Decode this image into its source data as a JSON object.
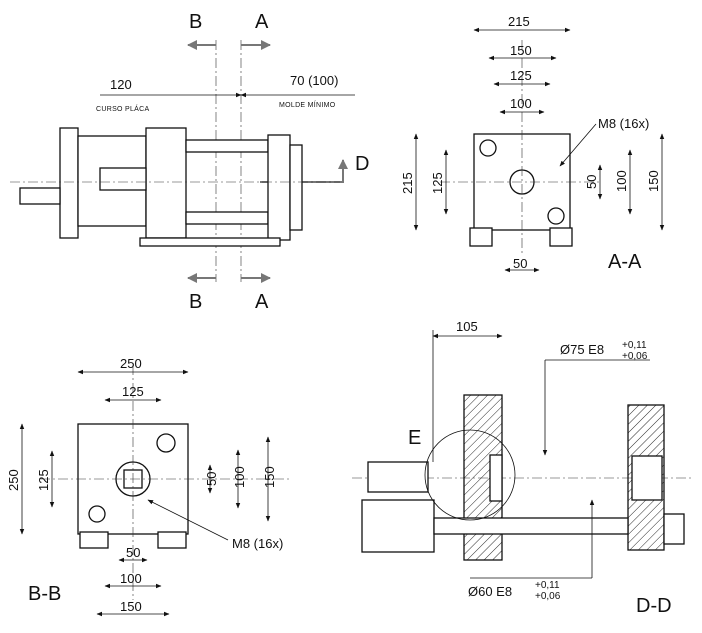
{
  "section_markers": {
    "b_top": "B",
    "a_top": "A",
    "b_bottom": "B",
    "a_bottom": "A",
    "d_side": "D"
  },
  "side_view": {
    "stroke_dim": "120",
    "stroke_label": "CURSO PLÁCA",
    "mold_dim": "70 (100)",
    "mold_label": "MOLDE MÍNIMO"
  },
  "view_aa": {
    "title": "A-A",
    "width_dim": "215",
    "dims_top": [
      "150",
      "125",
      "100"
    ],
    "height_dim": "215",
    "left_dim": "125",
    "right_dims": [
      "50",
      "100",
      "150"
    ],
    "bottom_dim": "50",
    "thread_note": "M8 (16x)"
  },
  "view_bb": {
    "title": "B-B",
    "width_dim": "250",
    "top_dim": "125",
    "height_dim": "250",
    "left_dim": "125",
    "right_dims": [
      "50",
      "100",
      "150"
    ],
    "bottom_dims": [
      "50",
      "100",
      "150"
    ],
    "thread_note": "M8 (16x)"
  },
  "view_dd": {
    "title": "D-D",
    "detail_label": "E",
    "depth_dim": "105",
    "bore_top": "Ø75 E8",
    "tol_top": [
      "+0,11",
      "+0,06"
    ],
    "bore_bottom": "Ø60 E8",
    "tol_bottom": [
      "+0,11",
      "+0,06"
    ]
  }
}
